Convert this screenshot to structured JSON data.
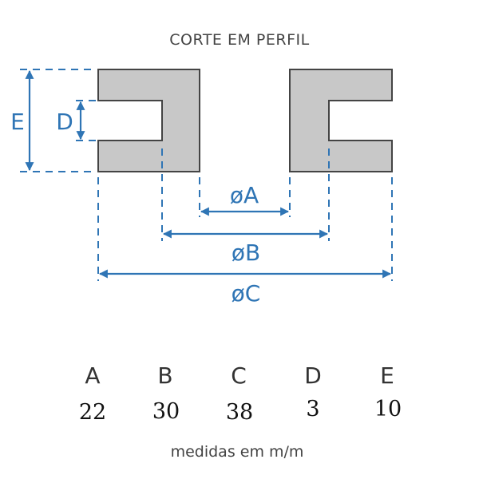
{
  "title": "CORTE EM PERFIL",
  "dimension_labels": {
    "A": "øA",
    "B": "øB",
    "C": "øC",
    "D": "D",
    "E": "E"
  },
  "table": {
    "headers": [
      "A",
      "B",
      "C",
      "D",
      "E"
    ],
    "values": [
      "22",
      "30",
      "38",
      "3",
      "10"
    ]
  },
  "footer": "medidas em m/m",
  "colors": {
    "accent": "#2f75b5",
    "fill": "#c8c8c8",
    "outline": "#444444"
  }
}
